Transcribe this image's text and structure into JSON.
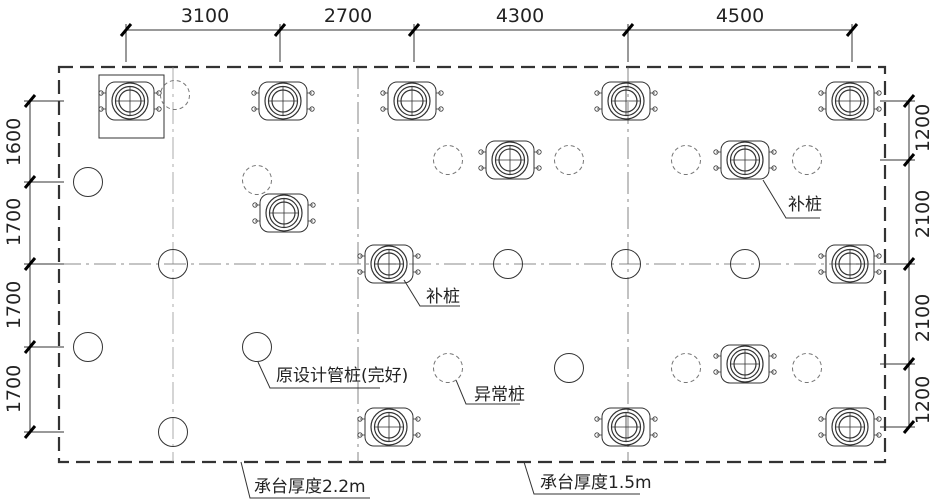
{
  "dimensions": {
    "top": [
      "3100",
      "2700",
      "4300",
      "4500"
    ],
    "left": [
      "1600",
      "1700",
      "1700",
      "1700"
    ],
    "right": [
      "1200",
      "2100",
      "2100",
      "1200"
    ]
  },
  "annotations": {
    "supplement_pile_1": "补桩",
    "supplement_pile_2": "补桩",
    "original_pile": "原设计管桩(完好)",
    "abnormal_pile": "异常桩",
    "cap_thickness_left": "承台厚度2.2m",
    "cap_thickness_right": "承台厚度1.5m"
  }
}
